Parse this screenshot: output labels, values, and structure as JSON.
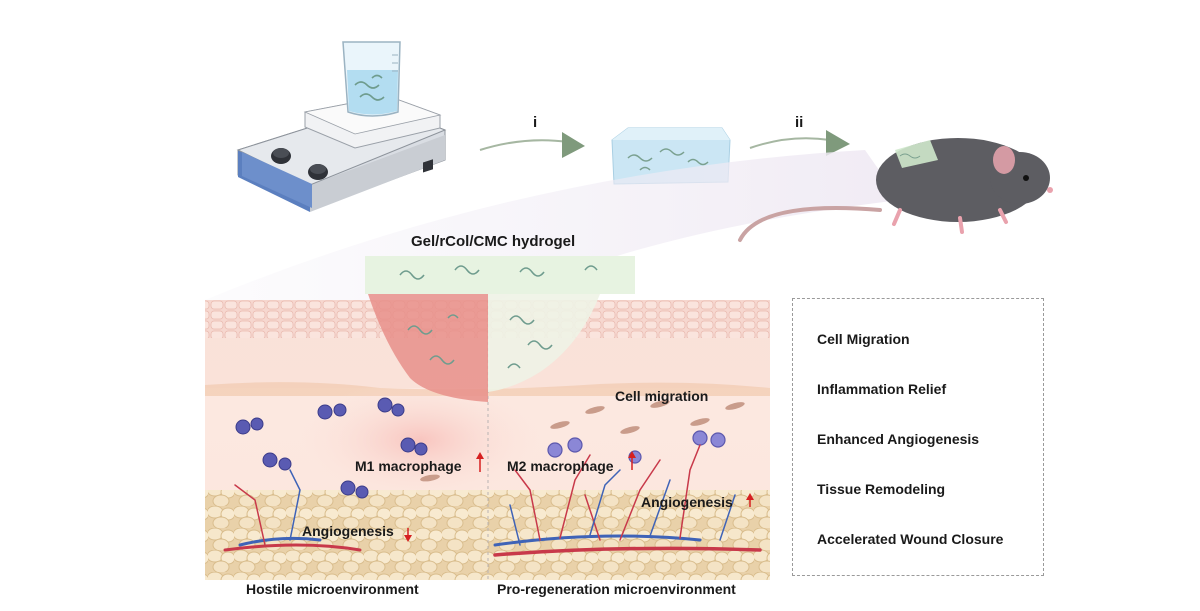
{
  "figure": {
    "step_i": "i",
    "step_ii": "ii",
    "hydrogel_title": "Gel/rCol/CMC  hydrogel",
    "left_panel_caption": "Hostile microenvironment",
    "right_panel_caption": "Pro-regeneration microenvironment",
    "cell_migration": "Cell migration",
    "m1_macrophage": "M1 macrophage",
    "m2_macrophage": "M2 macrophage",
    "angiogenesis_left": "Angiogenesis",
    "angiogenesis_right": "Angiogenesis"
  },
  "benefits": [
    "Cell Migration",
    "Inflammation Relief",
    "Enhanced Angiogenesis",
    "Tissue Remodeling",
    "Accelerated Wound Closure"
  ],
  "colors": {
    "arrow": "#7f9a7c",
    "stirrer_blue": "#5b7fbf",
    "skin_pink": "#f3c7c0",
    "wound": "#e88f8a",
    "fat": "#ead3ad",
    "vessel_red": "#c8394a",
    "vessel_blue": "#3f63b7",
    "macrophage": "#5a5bb2",
    "up_arrow": "#d62020"
  }
}
